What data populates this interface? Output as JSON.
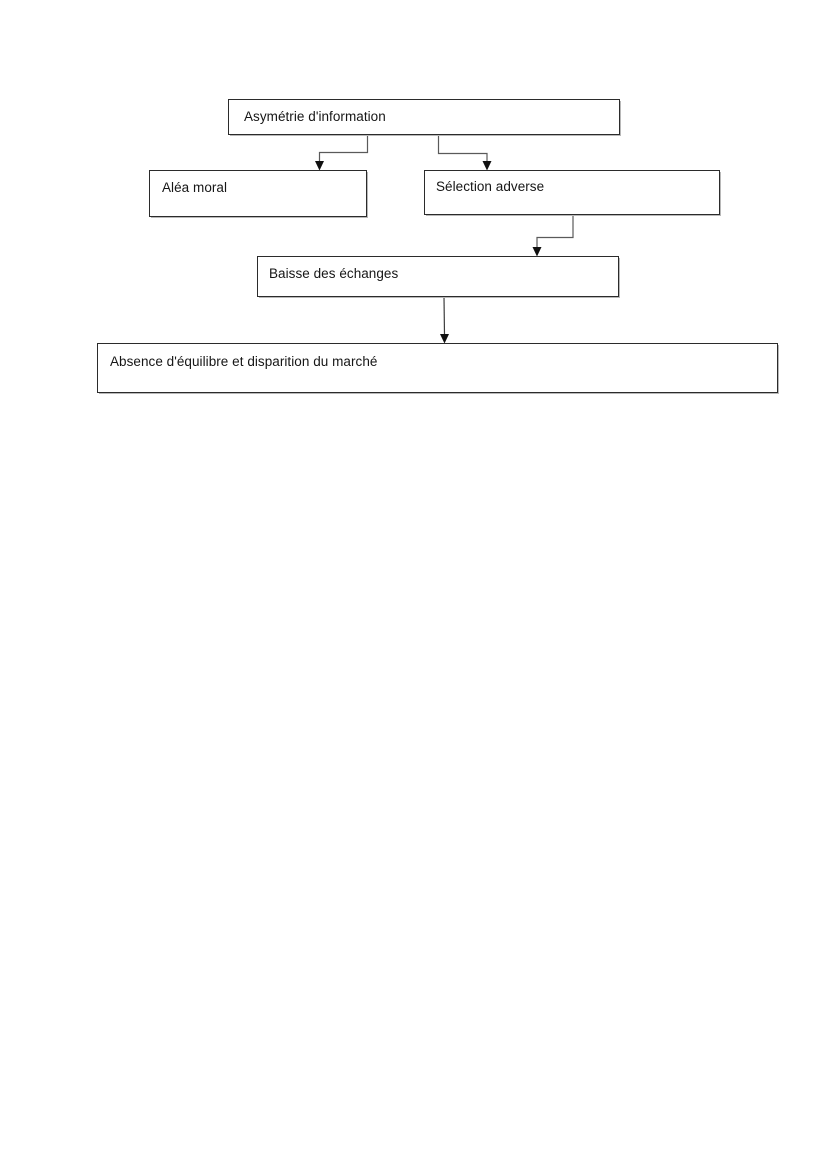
{
  "document": {
    "title": "Asymétrie d'information",
    "page_background": "#ffffff",
    "text_color": "#161616",
    "box_border_color": "#2b2b2b",
    "connector_color": "#5a5a5a",
    "arrowhead_color": "#101010"
  },
  "diagram": {
    "type": "flowchart",
    "orientation": "top-to-bottom",
    "nodes": [
      {
        "id": "asymetrie",
        "label": "Asymétrie d'information",
        "level": 1
      },
      {
        "id": "alea",
        "label": "Aléa moral",
        "level": 2
      },
      {
        "id": "selection",
        "label": "Sélection adverse",
        "level": 2
      },
      {
        "id": "baisse",
        "label": "Baisse des échanges",
        "level": 3
      },
      {
        "id": "absence",
        "label": "Absence d'équilibre et disparition du marché",
        "level": 4
      }
    ],
    "edges": [
      {
        "id": "edge-asymetrie-alea",
        "from": "asymetrie",
        "to": "alea",
        "style": "elbow",
        "arrow": "down"
      },
      {
        "id": "edge-asymetrie-selection",
        "from": "asymetrie",
        "to": "selection",
        "style": "elbow",
        "arrow": "down"
      },
      {
        "id": "edge-selection-baisse",
        "from": "selection",
        "to": "baisse",
        "style": "elbow",
        "arrow": "down"
      },
      {
        "id": "edge-baisse-absence",
        "from": "baisse",
        "to": "absence",
        "style": "straight",
        "arrow": "down"
      }
    ]
  }
}
